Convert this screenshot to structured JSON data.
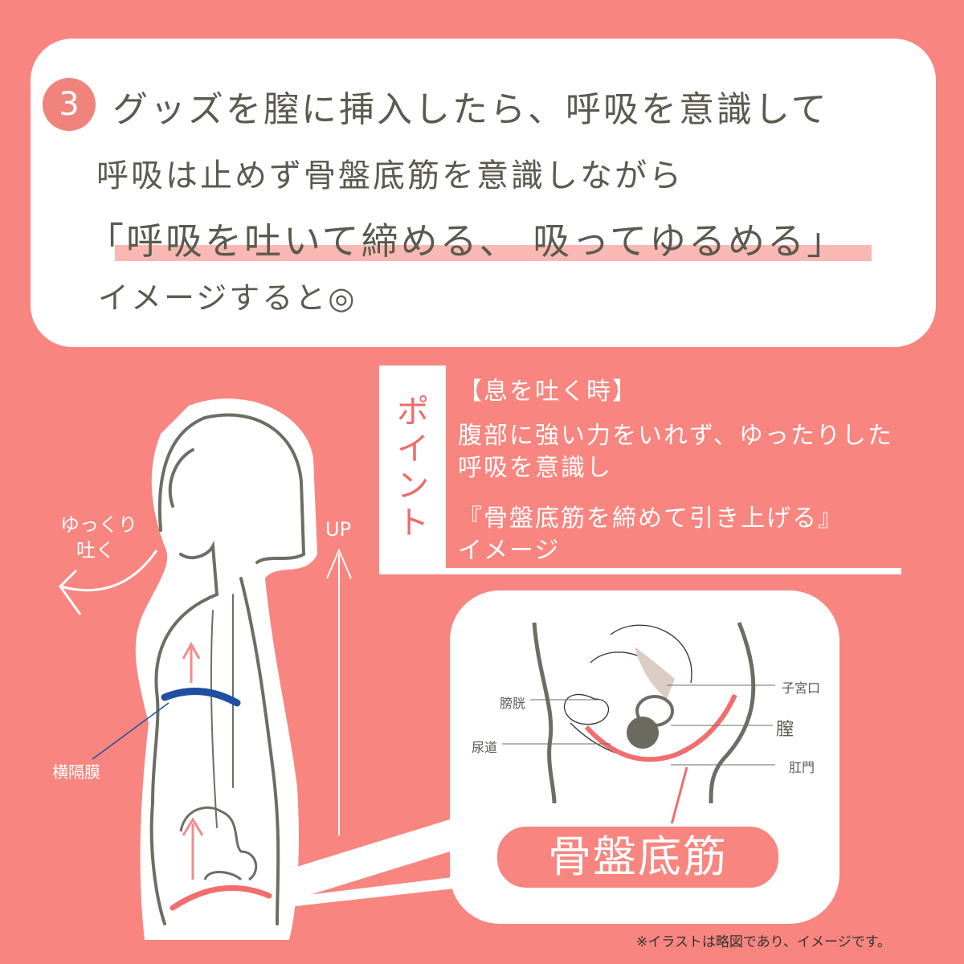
{
  "step": {
    "number": "3",
    "title": "グッズを膣に挿入したら、呼吸を意識して",
    "line2": "呼吸は止めず骨盤底筋を意識しながら",
    "line3": "「呼吸を吐いて締める、 吸ってゆるめる」",
    "line4": "イメージすると◎"
  },
  "point": {
    "label": "ポイント",
    "heading": "【息を吐く時】",
    "line1": "腹部に強い力をいれず、ゆったりした",
    "line2": "呼吸を意識し",
    "line3": "『骨盤底筋を締めて引き上げる』",
    "line4": "イメージ"
  },
  "figure": {
    "exhale_label_1": "ゆっくり",
    "exhale_label_2": "吐く",
    "up_label": "UP",
    "diaphragm_label": "横隔膜"
  },
  "anatomy": {
    "labels": {
      "bladder": "膀胱",
      "urethra": "尿道",
      "cervix": "子宮口",
      "vagina": "膣",
      "anus": "肛門"
    },
    "muscle_label": "骨盤底筋"
  },
  "footnote": "※イラストは略図であり、イメージです。",
  "colors": {
    "background": "#f8857f",
    "text": "#5b5a4f",
    "highlight": "#f9b8b3",
    "diaphragm": "#1f4fa0",
    "muscle": "#f26d6d"
  }
}
